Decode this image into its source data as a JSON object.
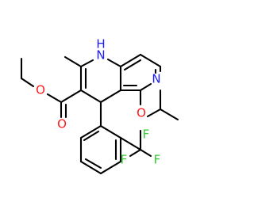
{
  "molecule": {
    "background_color": "#ffffff",
    "bond_color": "#000000",
    "atoms": {
      "nh_n": {
        "text": "N",
        "color": "#1a1aff"
      },
      "nh_h": {
        "text": "H",
        "color": "#1a1aff"
      },
      "pyridine_n": {
        "text": "N",
        "color": "#1a1aff"
      },
      "ether_o": {
        "text": "O",
        "color": "#ff1a1a"
      },
      "ester_o": {
        "text": "O",
        "color": "#ff1a1a"
      },
      "carbonyl_o": {
        "text": "O",
        "color": "#ff1a1a"
      },
      "f_left": {
        "text": "F",
        "color": "#33cc33"
      },
      "f_right": {
        "text": "F",
        "color": "#33cc33"
      },
      "f_bottom": {
        "text": "F",
        "color": "#33cc33"
      }
    }
  }
}
